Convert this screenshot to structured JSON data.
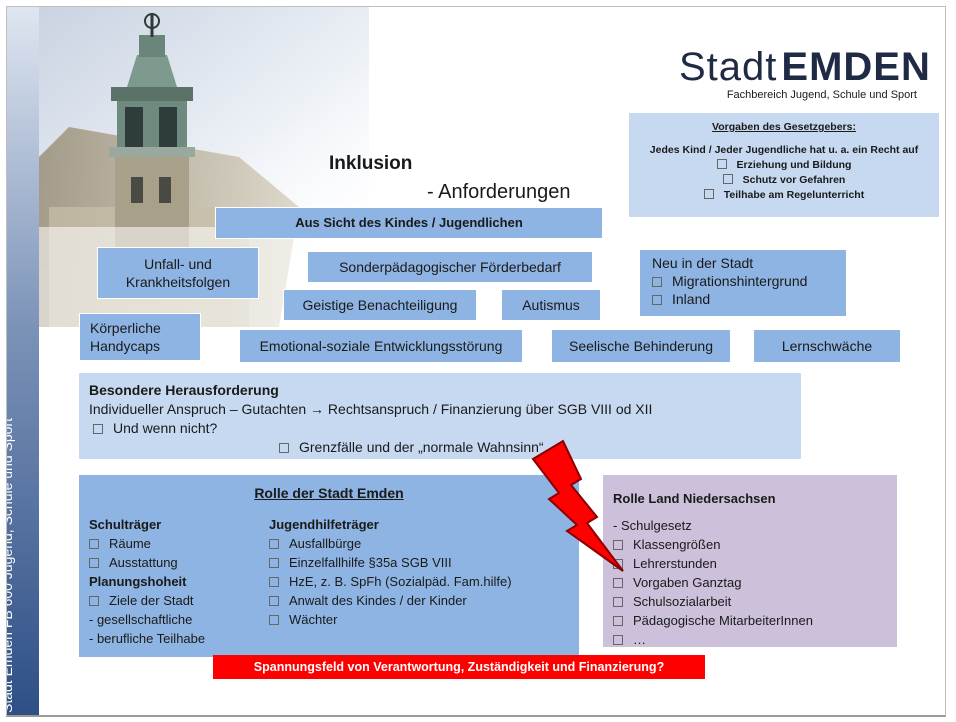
{
  "sidebar": {
    "text": "Stadt Emden     FB 600 Jugend, Schule und Sport"
  },
  "logo": {
    "stadt": "Stadt",
    "emden": "EMDEN",
    "subtitle": "Fachbereich Jugend, Schule und Sport"
  },
  "title": "Inklusion",
  "subtitle": "- Anforderungen",
  "legal": {
    "heading": "Vorgaben des Gesetzgebers:",
    "intro": "Jedes Kind / Jeder Jugendliche hat u. a. ein Recht auf",
    "items": [
      "Erziehung und Bildung",
      "Schutz vor Gefahren",
      "Teilhabe am Regelunterricht"
    ]
  },
  "kind_heading": "Aus Sicht des Kindes / Jugendlichen",
  "boxes": {
    "unfall": "Unfall- und Krankheitsfolgen",
    "sonder": "Sonderpädagogischer Förderbedarf",
    "neu_title": "Neu in der Stadt",
    "neu_items": [
      "Migrationshintergrund",
      "Inland"
    ],
    "geistig": "Geistige Benachteiligung",
    "autismus": "Autismus",
    "koerper": "Körperliche Handycaps",
    "emotional": "Emotional-soziale Entwicklungsstörung",
    "seelisch": "Seelische Behinderung",
    "lern": "Lernschwäche"
  },
  "besondere": {
    "heading": "Besondere Herausforderung",
    "line1": "Individueller Anspruch – Gutachten → Rechtsanspruch / Finanzierung über SGB VIII od XII",
    "line2": "Und wenn nicht?",
    "line3": "Grenzfälle und der „normale Wahnsinn“"
  },
  "rolle_emden": {
    "heading": "Rolle der Stadt Emden",
    "schul_title": "Schulträger",
    "schul_items": [
      "Räume",
      "Ausstattung"
    ],
    "plan_title": "Planungshoheit",
    "plan_items": [
      "Ziele der Stadt",
      "- gesellschaftliche",
      "- berufliche Teilhabe"
    ],
    "jugend_title": "Jugendhilfeträger",
    "jugend_items": [
      "Ausfallbürge",
      "Einzelfallhilfe §35a SGB VIII",
      "HzE, z. B. SpFh (Sozialpäd. Fam.hilfe)",
      "Anwalt des Kindes / der Kinder",
      "Wächter"
    ]
  },
  "rolle_land": {
    "heading": "Rolle Land Niedersachsen",
    "items": [
      "- Schulgesetz",
      "Klassengrößen",
      "Lehrerstunden",
      "Vorgaben Ganztag",
      "Schulsozialarbeit",
      "Pädagogische MitarbeiterInnen",
      "…"
    ]
  },
  "spannungsfeld": "Spannungsfeld von Verantwortung, Zuständigkeit und Finanzierung?",
  "colors": {
    "box_blue": "#8eb4e3",
    "light_blue": "#c6d9f1",
    "lavender": "#ccc0da",
    "red": "#ff0000",
    "sidebar_dark": "#2e4f86"
  }
}
